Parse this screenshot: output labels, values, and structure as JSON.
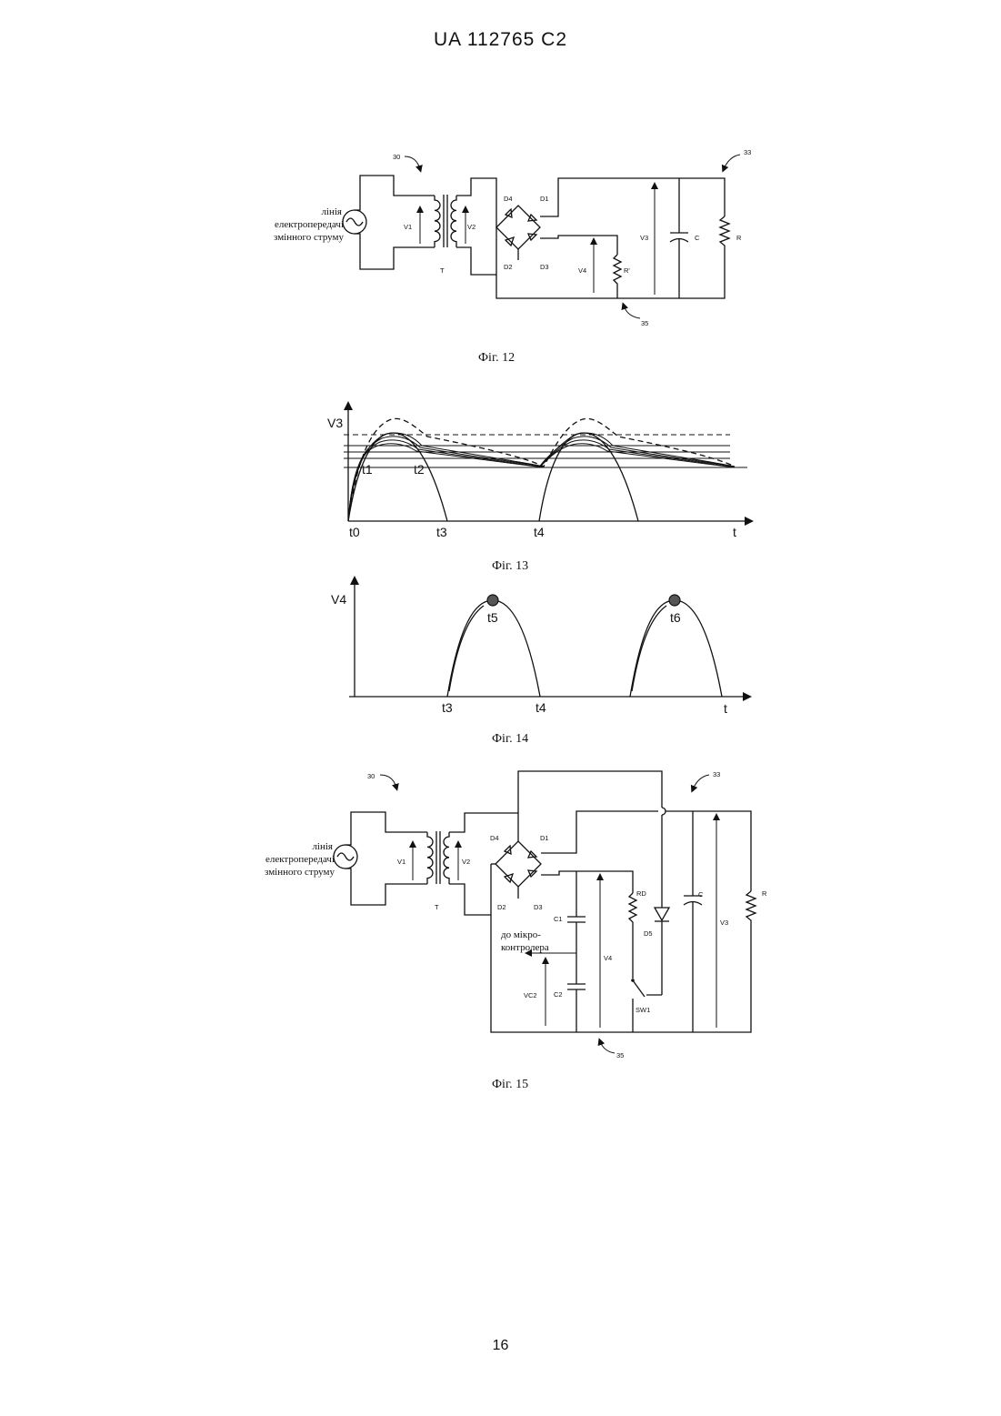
{
  "header": "UA   112765   C2",
  "page_number": "16",
  "fig12": {
    "caption": "Фіг. 12",
    "ref_transformer": "30",
    "ref_load": "33",
    "ref_sense": "35",
    "source_label": [
      "лінія",
      "електропередачі",
      "змінного струму"
    ],
    "v1": "V1",
    "v2": "V2",
    "v3": "V3",
    "v4": "V4",
    "t": "T",
    "d1": "D1",
    "d2": "D2",
    "d3": "D3",
    "d4": "D4",
    "c": "C",
    "r": "R",
    "r_prime": "R'"
  },
  "fig13": {
    "caption": "Фіг. 13",
    "y_label": "V3",
    "x_label": "t",
    "t0": "t0",
    "t1": "t1",
    "t2": "t2",
    "t3": "t3",
    "t4": "t4"
  },
  "fig14": {
    "caption": "Фіг. 14",
    "y_label": "V4",
    "x_label": "t",
    "t3": "t3",
    "t4": "t4",
    "t5": "t5",
    "t6": "t6"
  },
  "fig15": {
    "caption": "Фіг. 15",
    "ref_transformer": "30",
    "ref_load": "33",
    "ref_sense": "35",
    "source_label": [
      "лінія",
      "електропередачі",
      "змінного струму"
    ],
    "mcu_label": [
      "до мікро-",
      "контролера"
    ],
    "v1": "V1",
    "v2": "V2",
    "v3": "V3",
    "v4": "V4",
    "vc2": "VC2",
    "t": "T",
    "d1": "D1",
    "d2": "D2",
    "d3": "D3",
    "d4": "D4",
    "d5": "D5",
    "c": "C",
    "c1": "C1",
    "c2": "C2",
    "r": "R",
    "rd": "RD",
    "sw1": "SW1"
  }
}
